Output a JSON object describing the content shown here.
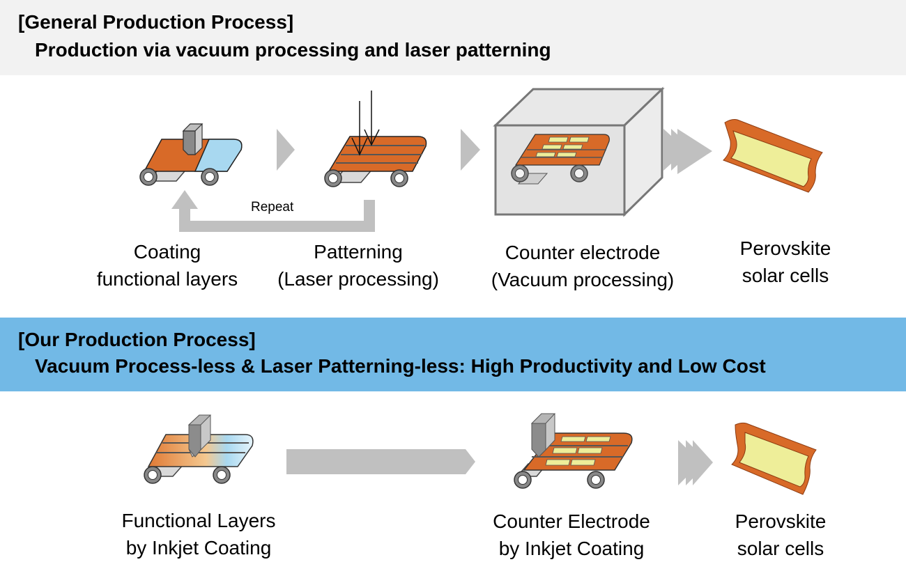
{
  "general": {
    "heading": "[General Production Process]",
    "subheading": "Production via vacuum processing and laser patterning",
    "steps": [
      {
        "line1": "Coating",
        "line2": "functional layers"
      },
      {
        "line1": "Patterning",
        "line2": "(Laser processing)"
      },
      {
        "line1": "Counter electrode",
        "line2": "(Vacuum processing)"
      },
      {
        "line1": "Perovskite",
        "line2": "solar cells"
      }
    ],
    "loop_label": "Repeat"
  },
  "ours": {
    "heading": "[Our Production Process]",
    "subheading": "Vacuum Process-less & Laser Patterning-less: High Productivity and Low Cost",
    "steps": [
      {
        "line1": "Functional Layers",
        "line2": "by Inkjet Coating"
      },
      {
        "line1": "Counter Electrode",
        "line2": "by Inkjet Coating"
      },
      {
        "line1": "Perovskite",
        "line2": "solar cells"
      }
    ]
  },
  "colors": {
    "general_band": "#f2f2f2",
    "ours_band": "#72b9e6",
    "orange": "#d86a28",
    "light_blue": "#a8d8f0",
    "yellow": "#eeee99",
    "arrow_gray": "#c0c0c0"
  }
}
